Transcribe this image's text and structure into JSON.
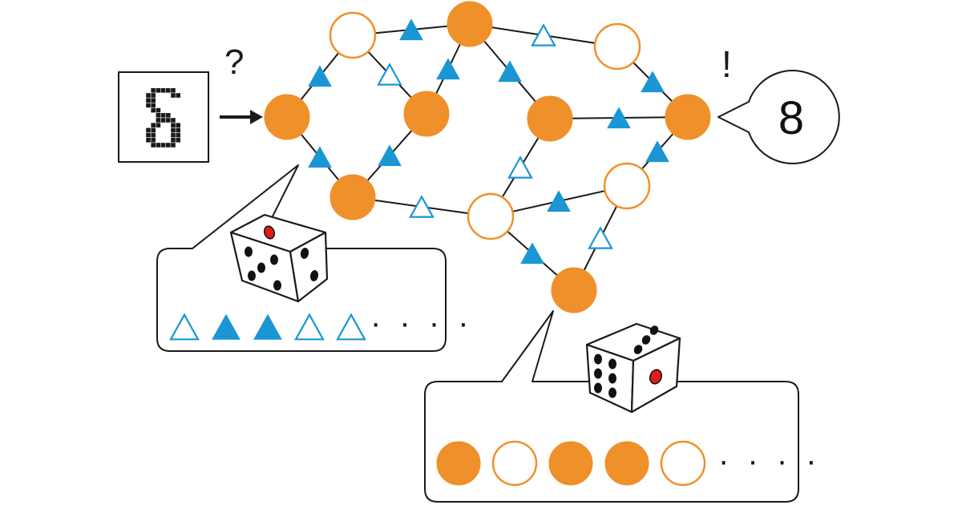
{
  "input_symbol": {
    "question_mark": "?",
    "pixel_glyph_rows": [
      "001111100",
      "011000110",
      "011000000",
      "011000000",
      "001100000",
      "000111000",
      "000111100",
      "001100110",
      "011000110",
      "011000110",
      "011000110",
      "001111100"
    ]
  },
  "output_bubble": {
    "exclamation": "!",
    "answer": "8"
  },
  "network": {
    "nodes": [
      {
        "id": "n1",
        "filled": true
      },
      {
        "id": "n2",
        "filled": false
      },
      {
        "id": "n3",
        "filled": true
      },
      {
        "id": "n4",
        "filled": false
      },
      {
        "id": "n5",
        "filled": true
      },
      {
        "id": "n6",
        "filled": true
      },
      {
        "id": "n7",
        "filled": true
      },
      {
        "id": "n8",
        "filled": true
      },
      {
        "id": "n9",
        "filled": false
      },
      {
        "id": "n10",
        "filled": false
      },
      {
        "id": "n11",
        "filled": true
      }
    ],
    "edges": [
      {
        "from": "n1",
        "to": "n2",
        "filled": true
      },
      {
        "from": "n2",
        "to": "n3",
        "filled": true
      },
      {
        "from": "n2",
        "to": "n6",
        "filled": false
      },
      {
        "from": "n3",
        "to": "n6",
        "filled": true
      },
      {
        "from": "n3",
        "to": "n4",
        "filled": false
      },
      {
        "from": "n3",
        "to": "n7",
        "filled": true
      },
      {
        "from": "n4",
        "to": "n5",
        "filled": true
      },
      {
        "from": "n7",
        "to": "n5",
        "filled": true
      },
      {
        "from": "n1",
        "to": "n8",
        "filled": true
      },
      {
        "from": "n6",
        "to": "n8",
        "filled": true
      },
      {
        "from": "n8",
        "to": "n9",
        "filled": false
      },
      {
        "from": "n7",
        "to": "n9",
        "filled": false
      },
      {
        "from": "n9",
        "to": "n10",
        "filled": true
      },
      {
        "from": "n10",
        "to": "n5",
        "filled": true
      },
      {
        "from": "n9",
        "to": "n11",
        "filled": true
      },
      {
        "from": "n10",
        "to": "n11",
        "filled": false
      }
    ]
  },
  "callout_edges": {
    "sequence": [
      false,
      true,
      true,
      false,
      false
    ],
    "ellipsis": "· · · ·",
    "die_top_pips": 1
  },
  "callout_nodes": {
    "sequence": [
      true,
      false,
      true,
      true,
      false
    ],
    "ellipsis": "· · · ·",
    "die_front_pips": 1
  },
  "colors": {
    "node_orange": "#f0902a",
    "edge_blue": "#1a96d4",
    "line": "#1a1a1a",
    "pip_red": "#e21b1b"
  }
}
